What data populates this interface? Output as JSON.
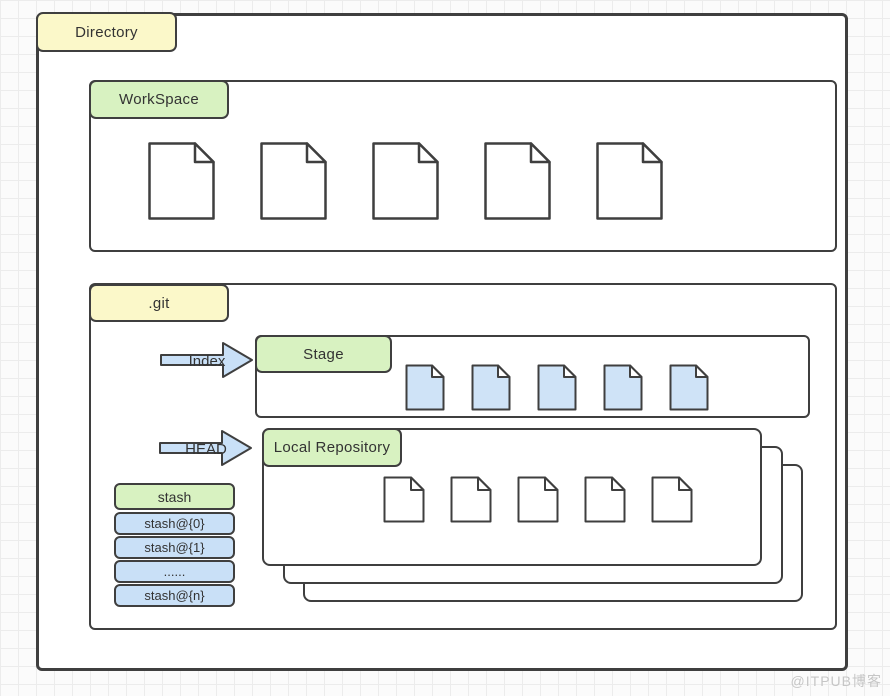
{
  "watermark": "@ITPUB博客",
  "diagram": {
    "directory": {
      "label": "Directory"
    },
    "workspace": {
      "label": "WorkSpace",
      "file_count": 5
    },
    "git": {
      "label": ".git",
      "index_arrow_label": "Index",
      "head_arrow_label": "HEAD",
      "stage": {
        "label": "Stage",
        "file_count": 5
      },
      "local_repository": {
        "label": "Local Repository",
        "file_count": 5,
        "stacked_copies": 3
      },
      "stash": {
        "header": "stash",
        "rows": [
          "stash@{0}",
          "stash@{1}",
          "......",
          "stash@{n}"
        ]
      }
    },
    "icons": {
      "document_icon": "document-with-folded-corner"
    },
    "colors": {
      "label_yellow": "#fbf8c9",
      "label_green": "#d8f2c1",
      "arrow_blue": "#c9e0f7",
      "file_blue": "#cfe3f7",
      "file_white": "#ffffff",
      "border": "#3f3f3f",
      "watermark_gray": "#c6c6c6"
    }
  }
}
